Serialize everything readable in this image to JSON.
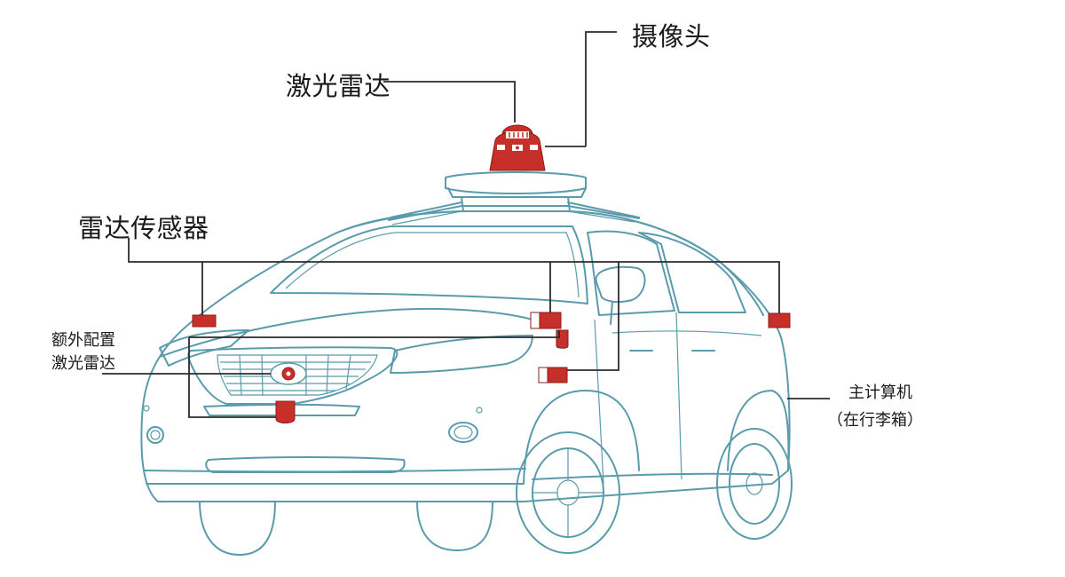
{
  "labels": {
    "camera": "摄像头",
    "lidar": "激光雷达",
    "radar_sensors": "雷达传感器",
    "extra_lidar_line1": "额外配置",
    "extra_lidar_line2": "激光雷达",
    "main_computer_line1": "主计算机",
    "main_computer_line2": "（在行李箱）"
  },
  "colors": {
    "sensor_red": "#c62f2a",
    "car_outline": "#5a9bab",
    "leader_line": "#2b2b2b"
  }
}
